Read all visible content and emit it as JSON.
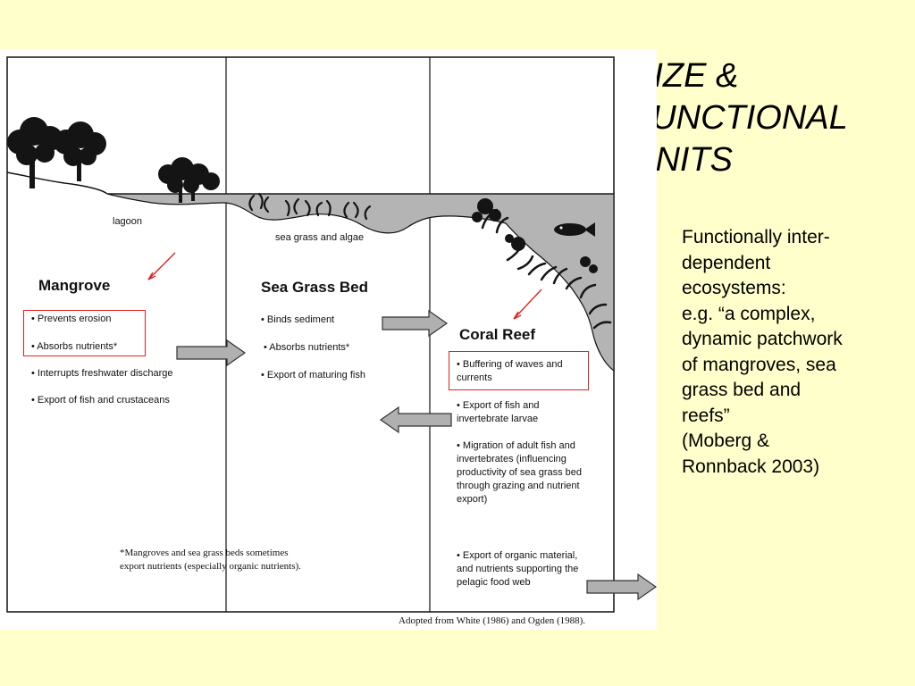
{
  "slide": {
    "title": "SIZE &\nFUNCTIONAL\nUNITS",
    "body": [
      "Functionally inter-",
      "dependent",
      "ecosystems:",
      "e.g. “a complex,",
      "dynamic patchwork",
      "of mangroves, sea",
      "grass bed and",
      "reefs”",
      "(Moberg &",
      "Ronnback 2003)"
    ]
  },
  "diagram": {
    "labels": {
      "lagoon": "lagoon",
      "seagrass": "sea grass and algae"
    },
    "mangrove": {
      "heading": "Mangrove",
      "items": [
        "• Prevents erosion",
        "• Absorbs nutrients*",
        "• Interrupts freshwater discharge",
        "• Export of fish and crustaceans"
      ]
    },
    "seagrass_bed": {
      "heading": "Sea Grass Bed",
      "items": [
        "• Binds sediment",
        "• Absorbs nutrients*",
        "• Export of maturing fish"
      ]
    },
    "coral_reef": {
      "heading": "Coral Reef",
      "items": [
        [
          "• Buffering of waves and",
          "currents"
        ],
        [
          "• Export of fish and",
          "invertebrate larvae"
        ],
        [
          "• Migration of adult fish and",
          "invertebrates (influencing",
          "productivity of sea grass bed",
          "through grazing and nutrient",
          "export)"
        ],
        [
          "• Export of organic material,",
          "and nutrients supporting the",
          "pelagic food web"
        ]
      ]
    },
    "footnote": [
      "*Mangroves and sea grass beds sometimes",
      "export nutrients (especially organic nutrients)."
    ],
    "credit": "Adopted from White (1986) and Ogden (1988).",
    "colors": {
      "water": "#b4b4b4",
      "silhouette": "#141414",
      "highlight": "#e02020",
      "arrow": "#b0b0b0"
    }
  }
}
